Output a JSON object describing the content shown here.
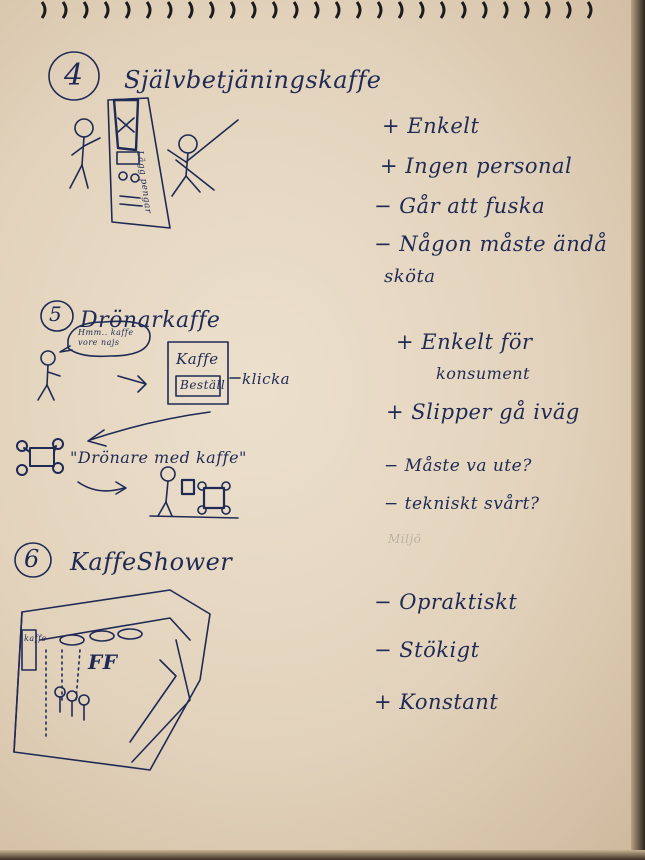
{
  "notebook": {
    "sections": [
      {
        "number": "4",
        "title": "Självbetjäningskaffe",
        "machine_label": "Lägg pengar",
        "notes": [
          "+ Enkelt",
          "+ Ingen personal",
          "− Går att fuska",
          "− Någon måste ändå",
          "sköta"
        ]
      },
      {
        "number": "5",
        "title": "Drönarkaffe",
        "speech_bubble": "Hmm.. kaffe vore najs",
        "app_title": "Kaffe",
        "app_button": "Beställ",
        "click_label": "klicka",
        "drone_caption": "\"Drönare med kaffe\"",
        "notes": [
          "+ Enkelt för",
          "konsument",
          "+ Slipper gå iväg",
          "− Måste va ute?",
          "− tekniskt svårt?"
        ],
        "faint_note": "Miljö"
      },
      {
        "number": "6",
        "title": "KaffeShower",
        "diagram_letters": "FF",
        "booth_label": "kaffe",
        "notes": [
          "− Opraktiskt",
          "− Stökigt",
          "+ Konstant"
        ]
      }
    ]
  }
}
